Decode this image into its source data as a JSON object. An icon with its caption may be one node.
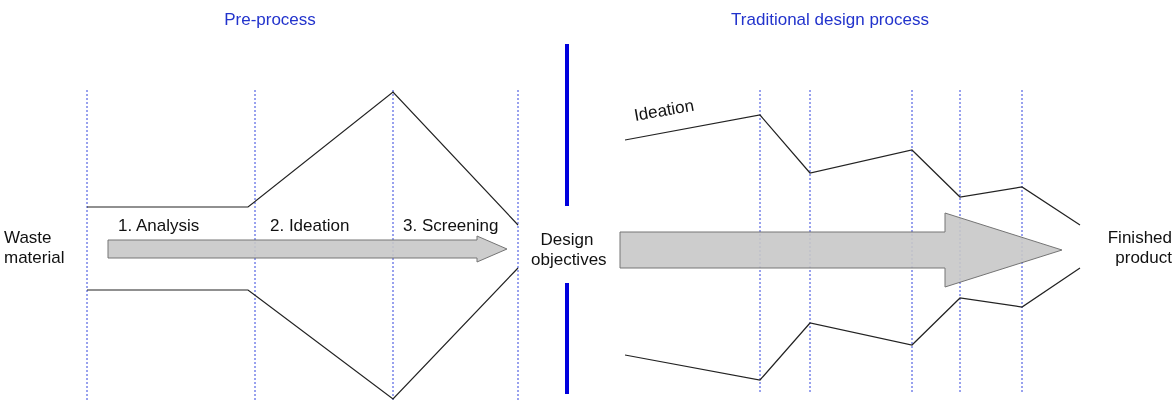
{
  "diagram": {
    "nodes": [
      {
        "text": [
          "Waste material"
        ]
      },
      {
        "text": [
          "Design objectives"
        ]
      },
      {
        "text": [
          "Finished product"
        ]
      }
    ],
    "edges": [
      {
        "from": 0,
        "to": 1,
        "arrow": "to"
      },
      {
        "from": 1,
        "to": 2,
        "arrow": "to"
      }
    ],
    "labels": [
      "Pre-process",
      "Traditional design process",
      "1. Analysis",
      "2. Ideation",
      "3. Screening",
      "Ideation"
    ]
  }
}
